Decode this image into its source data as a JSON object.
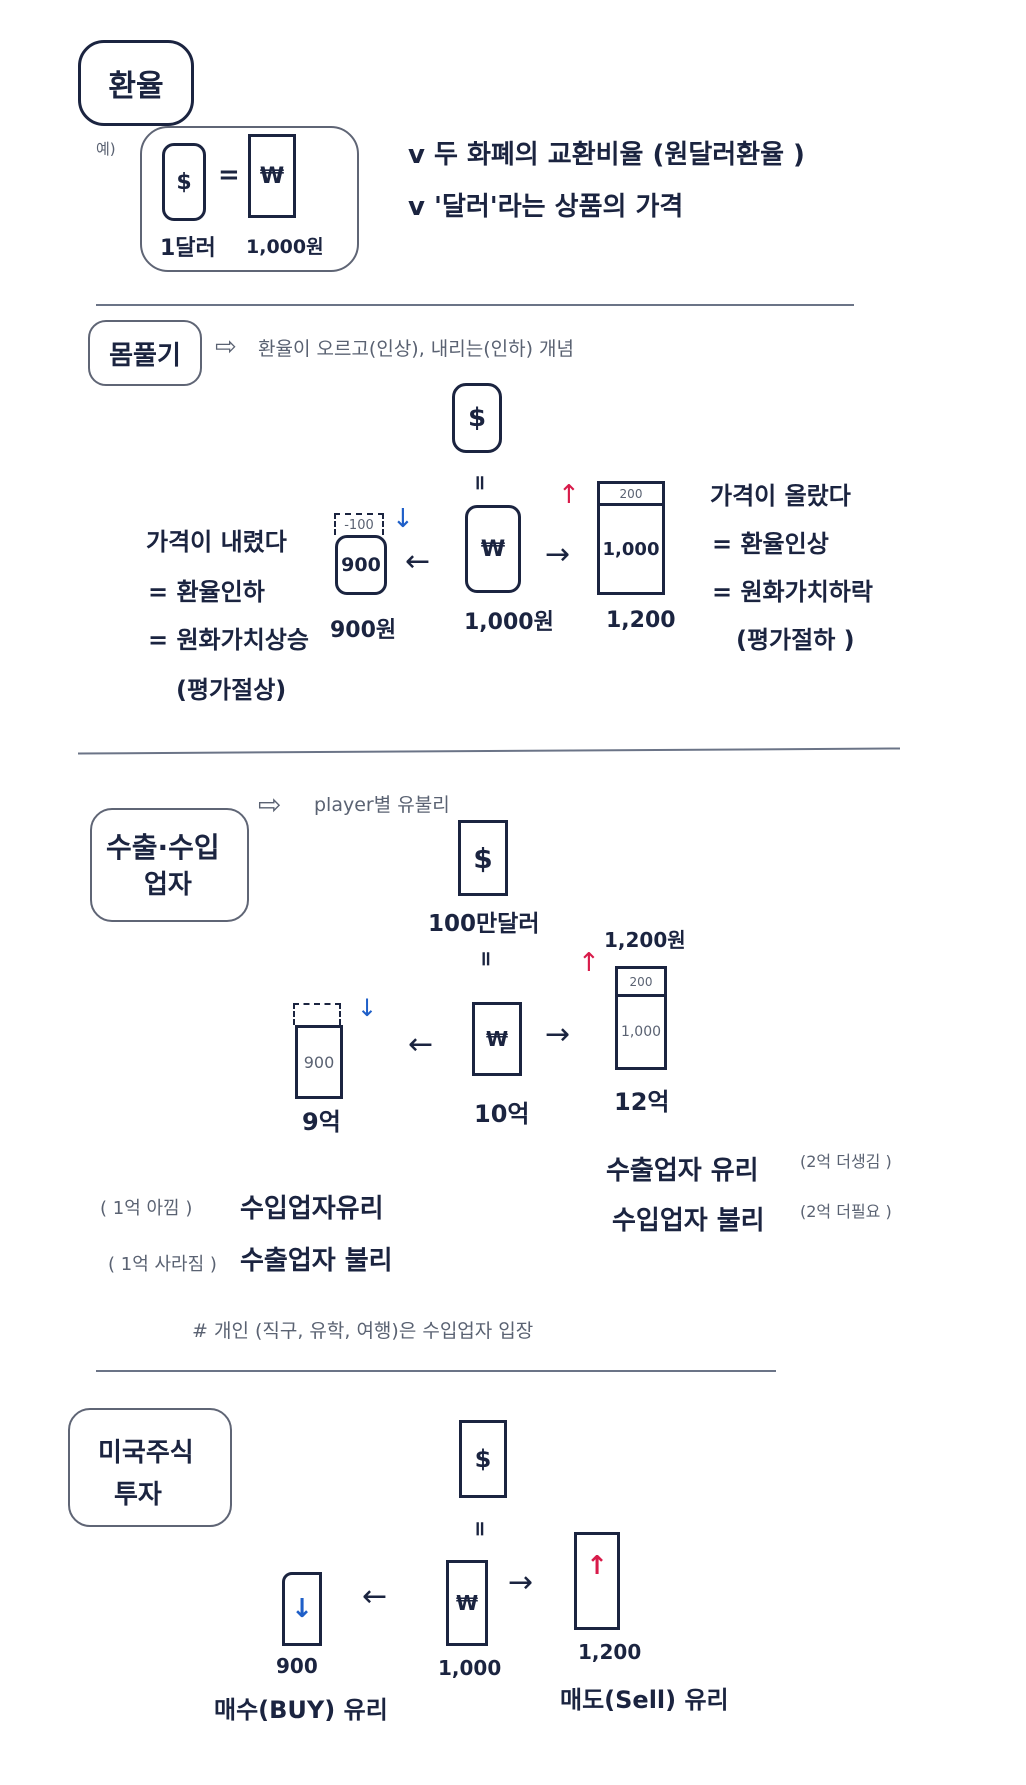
{
  "section1": {
    "title": "환율",
    "example_label": "예)",
    "dollar_symbol": "$",
    "equals": "=",
    "won_symbol": "₩",
    "dollar_caption": "1달러",
    "won_caption": "1,000원",
    "bullets": [
      "v 두 화폐의 교환비율 (원달러환율 )",
      "v '달러'라는 상품의 가격"
    ]
  },
  "section2": {
    "title": "몸풀기",
    "arrow_note": "⇨",
    "subtitle": "환율이 오르고(인상), 내리는(인하) 개념",
    "top_symbol": "$",
    "equals_mark": "॥",
    "center": {
      "symbol": "₩",
      "caption": "1,000원"
    },
    "left": {
      "dashed_value": "-100",
      "value": "900",
      "caption": "900원",
      "arrow": "↓"
    },
    "right": {
      "top_value": "200",
      "value": "1,000",
      "caption": "1,200",
      "arrow": "↑"
    },
    "left_text": [
      "가격이 내렸다",
      "= 환율인하",
      "= 원화가치상승",
      "(평가절상)"
    ],
    "right_text": [
      "가격이 올랐다",
      "= 환율인상",
      "= 원화가치하락",
      "(평가절하 )"
    ],
    "arrow_left": "←",
    "arrow_right": "→"
  },
  "section3": {
    "title_line1": "수출·수입",
    "title_line2": "업자",
    "arrow_note": "⇨",
    "subtitle": "player별 유불리",
    "top_symbol": "$",
    "top_caption": "100만달러",
    "equals_mark": "॥",
    "center": {
      "symbol": "₩",
      "caption": "10억"
    },
    "left": {
      "value": "900",
      "caption": "9억",
      "arrow": "↓"
    },
    "right": {
      "top_label": "1,200원",
      "top_value": "200",
      "value": "1,000",
      "caption": "12억",
      "arrow": "↑"
    },
    "arrow_left": "←",
    "arrow_right": "→",
    "left_notes": [
      {
        "aside": "( 1억 아낌 )",
        "text": "수입업자유리"
      },
      {
        "aside": "( 1억 사라짐 )",
        "text": "수출업자 불리"
      }
    ],
    "right_notes": [
      {
        "text": "수출업자 유리",
        "aside": "(2억 더생김 )"
      },
      {
        "text": "수입업자 불리",
        "aside": "(2억 더필요 )"
      }
    ],
    "footnote": "# 개인 (직구, 유학, 여행)은  수입업자 입장"
  },
  "section4": {
    "title_line1": "미국주식",
    "title_line2": "투자",
    "top_symbol": "$",
    "equals_mark": "॥",
    "center": {
      "symbol": "₩",
      "caption": "1,000"
    },
    "left": {
      "arrow": "↓",
      "caption": "900",
      "label": "매수(BUY) 유리"
    },
    "right": {
      "arrow": "↑",
      "caption": "1,200",
      "label": "매도(Sell) 유리"
    },
    "arrow_left": "←",
    "arrow_right": "→"
  }
}
